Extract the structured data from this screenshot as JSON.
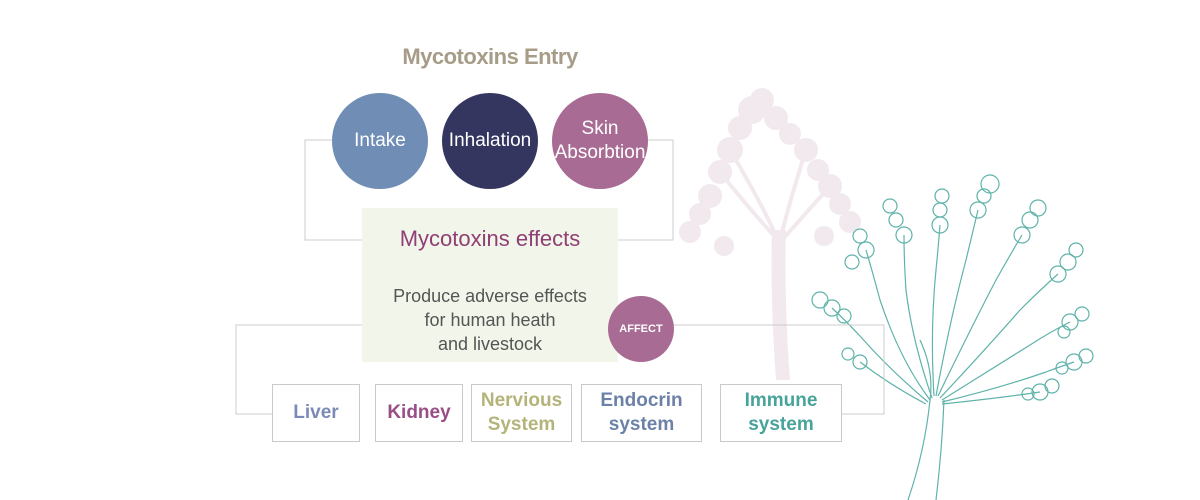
{
  "title": "Mycotoxins Entry",
  "entry_routes": [
    {
      "label": "Intake",
      "color": "#6f8db5"
    },
    {
      "label": "Inhalation",
      "color": "#34365f"
    },
    {
      "label": "Skin\nAbsorbtion",
      "color": "#a86b93"
    }
  ],
  "effects": {
    "title": "Mycotoxins effects",
    "description": "Produce adverse effects\nfor human heath\nand livestock",
    "title_color": "#8f3f74",
    "box_color": "#f2f5ea"
  },
  "affect_badge": {
    "label": "AFFECT",
    "color": "#a86b93"
  },
  "organs": [
    {
      "label": "Liver",
      "color": "#7b8bb5"
    },
    {
      "label": "Kidney",
      "color": "#9a4e86"
    },
    {
      "label": "Nervious\nSystem",
      "color": "#b4b47a"
    },
    {
      "label": "Endocrin\nsystem",
      "color": "#6c81a8"
    },
    {
      "label": "Immune\nsystem",
      "color": "#48a39a"
    }
  ],
  "decoration": {
    "mold_icon_color": "#5fb3aa",
    "mold_ghost_color": "#f1e8ee"
  }
}
